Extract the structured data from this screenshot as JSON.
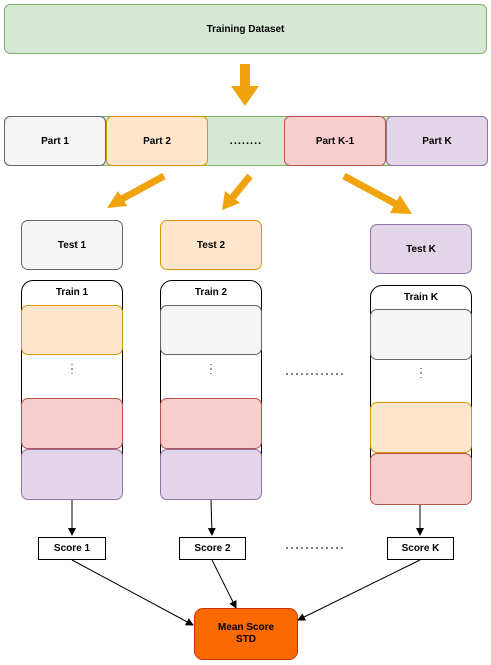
{
  "dataset": {
    "label": "Training Dataset"
  },
  "parts": [
    {
      "label": "Part 1"
    },
    {
      "label": "Part 2"
    },
    {
      "label": "Part K-1"
    },
    {
      "label": "Part K"
    }
  ],
  "ellipsis_h": "........",
  "ellipsis_v": ":",
  "folds": [
    {
      "test": "Test 1",
      "train": "Train 1",
      "score": "Score 1"
    },
    {
      "test": "Test 2",
      "train": "Train 2",
      "score": "Score 2"
    },
    {
      "test": "Test K",
      "train": "Train K",
      "score": "Score K"
    }
  ],
  "result": {
    "line1": "Mean Score",
    "line2": "STD"
  },
  "colors": {
    "arrow": "#f0a30a",
    "result_fill": "#fa6800",
    "gray": "#f5f5f5",
    "orange": "#ffe6cc",
    "green": "#d5e8d4",
    "red": "#f8cecc",
    "purple": "#e1d5e7"
  }
}
